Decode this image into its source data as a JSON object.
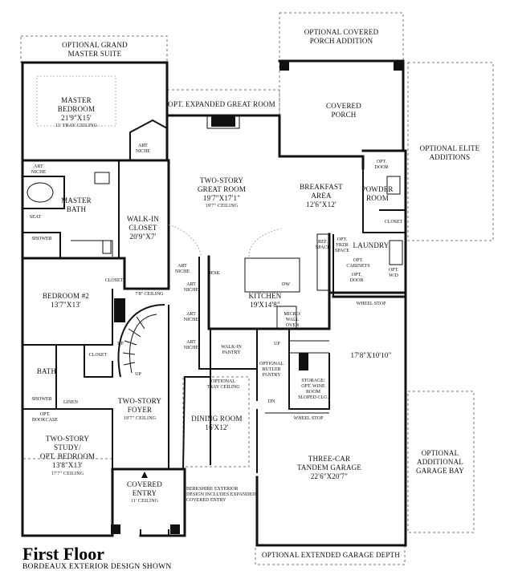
{
  "title": "First Floor",
  "subtitle": "BORDEAUX EXTERIOR DESIGN SHOWN",
  "rooms": {
    "grand_suite": [
      "OPTIONAL GRAND",
      "MASTER SUITE"
    ],
    "covered_porch_addition": [
      "OPTIONAL COVERED",
      "PORCH ADDITION"
    ],
    "master_bedroom": [
      "MASTER",
      "BEDROOM",
      "21'9\"X15'",
      "11' TRAY CEILING"
    ],
    "expanded_great_room": [
      "OPT. EXPANDED GREAT ROOM"
    ],
    "covered_porch": [
      "COVERED",
      "PORCH"
    ],
    "elite_additions": [
      "OPTIONAL ELITE",
      "ADDITIONS"
    ],
    "art_niche_top": [
      "ART",
      "NICHE"
    ],
    "art_niche_bath": [
      "ART",
      "NICHE"
    ],
    "great_room": [
      "TWO-STORY",
      "GREAT ROOM",
      "19'7\"X17'1\"",
      "19'7\" CEILING"
    ],
    "breakfast": [
      "BREAKFAST",
      "AREA",
      "12'6\"X12'"
    ],
    "opt_door_top": [
      "OPT.",
      "DOOR"
    ],
    "powder": [
      "POWDER",
      "ROOM"
    ],
    "master_bath": [
      "MASTER",
      "BATH"
    ],
    "walk_in_closet": [
      "WALK-IN",
      "CLOSET",
      "20'9\"X7'"
    ],
    "seat": [
      "SEAT"
    ],
    "shower_master": [
      "SHOWER"
    ],
    "closet_laundry": [
      "CLOSET"
    ],
    "ref_space": [
      "REF.",
      "SPACE"
    ],
    "frz_space": [
      "OPT.",
      "FRZR",
      "SPACE"
    ],
    "laundry": [
      "LAUNDRY"
    ],
    "opt_cabinets": [
      "OPT.",
      "CABINETS"
    ],
    "opt_door_laundry": [
      "OPT.",
      "DOOR"
    ],
    "opt_wd": [
      "OPT.",
      "W/D"
    ],
    "closet_bed2": [
      "CLOSET"
    ],
    "art_niche_1": [
      "ART",
      "NICHE"
    ],
    "desk": [
      "DESK"
    ],
    "dw": [
      "DW"
    ],
    "ceiling_7": [
      "7'8\" CEILING"
    ],
    "art_niche_2": [
      "ART",
      "NICHE"
    ],
    "kitchen": [
      "KITCHEN",
      "19'X14'8\""
    ],
    "bedroom2": [
      "BEDROOM #2",
      "13'7\"X13'"
    ],
    "wheel_stop_top": [
      "WHEEL STOP"
    ],
    "art_niche_3": [
      "ART",
      "NICHE"
    ],
    "micro_oven": [
      "MICRO/",
      "WALL",
      "OVEN"
    ],
    "art_niche_4": [
      "ART",
      "NICHE"
    ],
    "closet_hall": [
      "CLOSET"
    ],
    "up_stair": [
      "UP"
    ],
    "walk_in_pantry": [
      "WALK-IN",
      "PANTRY"
    ],
    "up_butler": [
      "UP"
    ],
    "garage_dim": [
      "17'8\"X10'10\""
    ],
    "butler_pantry": [
      "OPTIONAL",
      "BUTLER",
      "PANTRY"
    ],
    "bath2": [
      "BATH"
    ],
    "up_main": [
      "UP"
    ],
    "tray_ceiling": [
      "OPTIONAL",
      "TRAY CEILING"
    ],
    "storage_wine": [
      "STORAGE/",
      "OPT. WINE",
      "ROOM",
      "SLOPED CLG."
    ],
    "shower_bath2": [
      "SHOWER"
    ],
    "linen": [
      "LINEN"
    ],
    "foyer": [
      "TWO-STORY",
      "FOYER",
      "19'7\" CEILING"
    ],
    "dn": [
      "DN"
    ],
    "opt_bookcase": [
      "OPT.",
      "BOOKCASE"
    ],
    "dining": [
      "DINING ROOM",
      "16'X12'"
    ],
    "wheel_stop_bottom": [
      "WHEEL STOP"
    ],
    "study": [
      "TWO-STORY",
      "STUDY/",
      "OPT. BEDROOM",
      "13'8\"X13'",
      "17'7\" CEILING"
    ],
    "garage_bay": [
      "OPTIONAL",
      "ADDITIONAL",
      "GARAGE BAY"
    ],
    "garage": [
      "THREE-CAR",
      "TANDEM GARAGE",
      "22'6\"X20'7\""
    ],
    "covered_entry": [
      "COVERED",
      "ENTRY",
      "11' CEILING"
    ],
    "berkshire_note": [
      "BERKSHIRE EXTERIOR",
      "DESIGN INCLUDES EXPANDED",
      "COVERED ENTRY"
    ],
    "extended_garage": [
      "OPTIONAL EXTENDED GARAGE DEPTH"
    ]
  }
}
